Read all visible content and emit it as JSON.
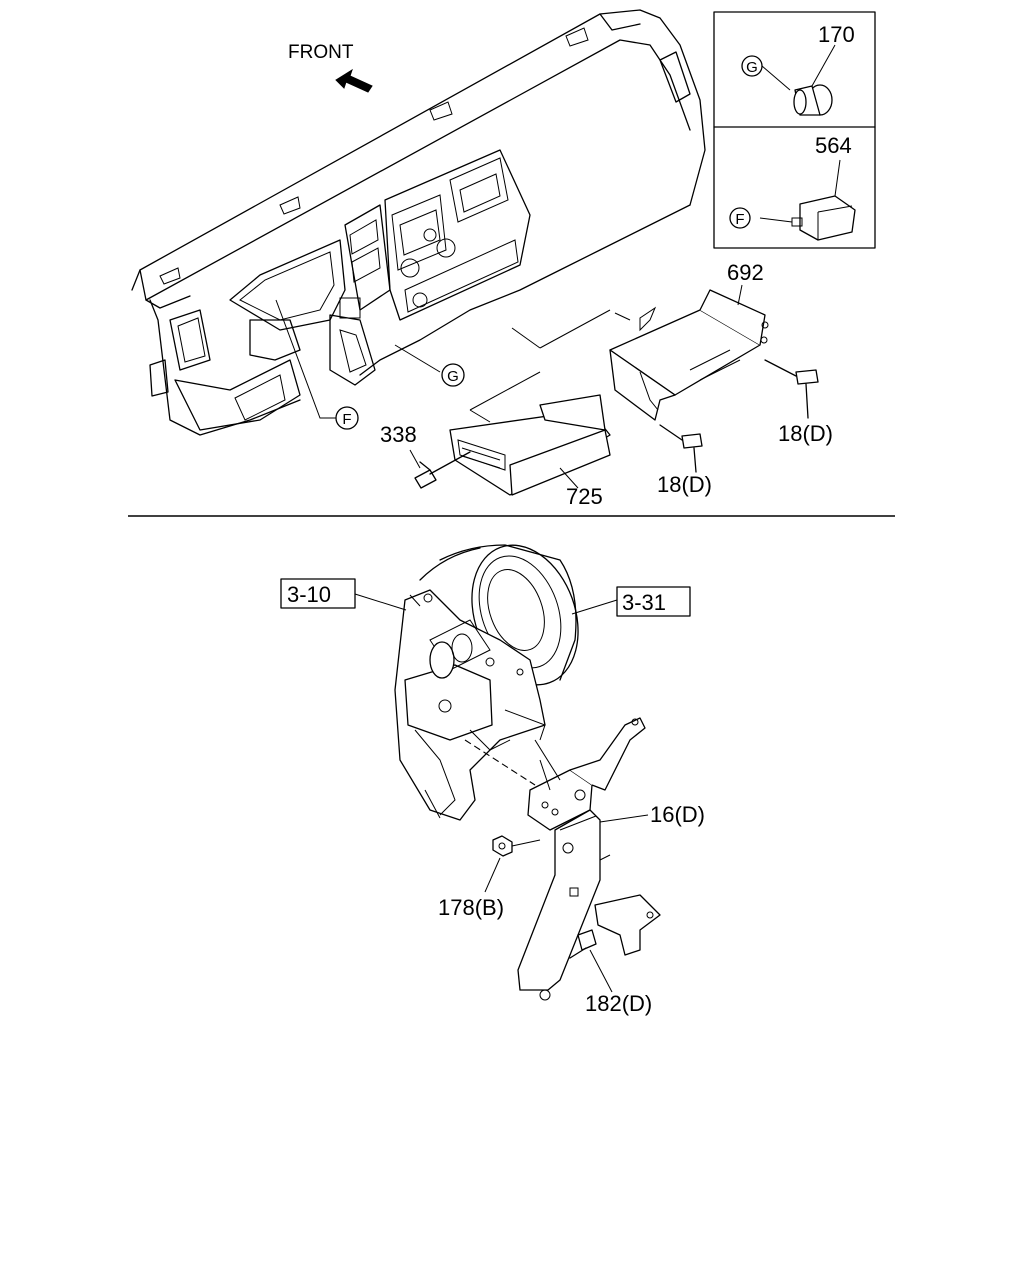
{
  "front_label": "FRONT",
  "callouts": {
    "c170": "170",
    "c564": "564",
    "c692": "692",
    "c338": "338",
    "c725": "725",
    "c18d_a": "18(D)",
    "c18d_b": "18(D)",
    "c16d": "16(D)",
    "c178b": "178(B)",
    "c182d": "182(D)"
  },
  "refs": {
    "r310": "3-10",
    "r331": "3-31"
  },
  "markers": {
    "g_main": "G",
    "f_main": "F",
    "g_inset": "G",
    "f_inset": "F"
  }
}
